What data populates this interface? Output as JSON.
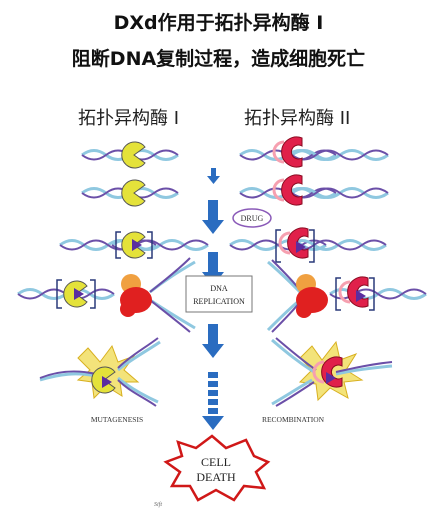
{
  "title_line1": "DXd作用于拓扑异构酶 I",
  "title_line2": "阻断DNA复制过程，造成细胞死亡",
  "col_left": "拓扑异构酶 I",
  "col_right": "拓扑异构酶 II",
  "labels": {
    "drug": "DRUG",
    "dna": "DNA",
    "replication": "REPLICATION",
    "mutagenesis": "MUTAGENESIS",
    "recombination": "RECOMBINATION",
    "cell": "CELL",
    "death": "DEATH",
    "signature": "Sift"
  },
  "colors": {
    "dna_blue": "#8fc8e0",
    "dna_purple": "#6b4fa8",
    "topo1": "#e4e23a",
    "topo2": "#e0204a",
    "drug": "#5a2da0",
    "arrow": "#2a6cc0",
    "polymerase": "#e02020",
    "helicase": "#f0a040",
    "star": "#f3e37a"
  }
}
